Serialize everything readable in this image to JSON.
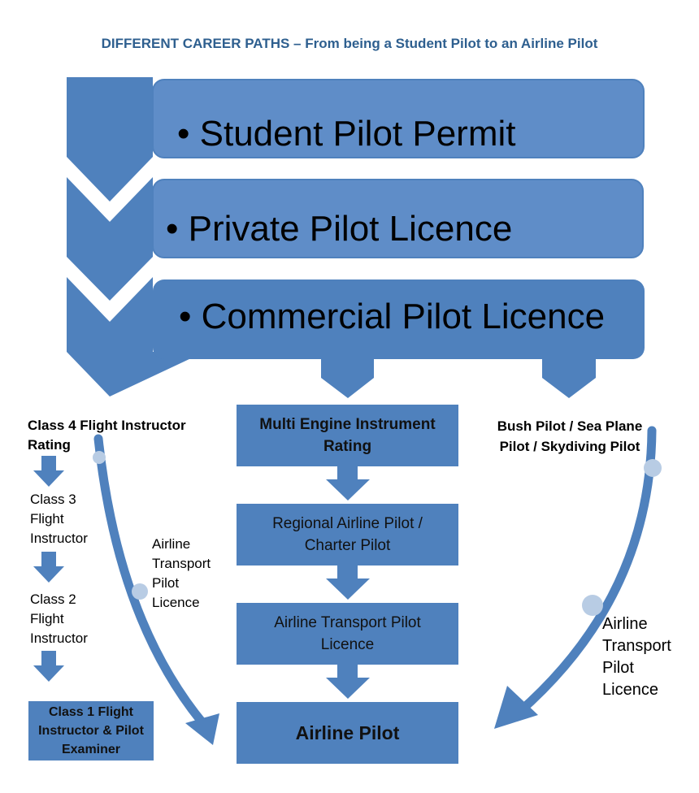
{
  "title": "DIFFERENT CAREER PATHS – From being a Student Pilot to an Airline Pilot",
  "stages": [
    "Student Pilot Permit",
    "Private Pilot Licence",
    "Commercial Pilot Licence"
  ],
  "center_path": [
    "Multi Engine Instrument Rating",
    "Regional Airline Pilot / Charter Pilot",
    "Airline Transport Pilot Licence",
    "Airline Pilot"
  ],
  "left_path": {
    "class4": "Class 4 Flight Instructor Rating",
    "class3": "Class 3 Flight Instructor",
    "class2": "Class 2 Flight Instructor",
    "class1": "Class 1 Flight Instructor & Pilot Examiner",
    "curve_label": "Airline Transport Pilot Licence"
  },
  "right_path": {
    "start": "Bush Pilot / Sea Plane Pilot / Skydiving Pilot",
    "curve_label": "Airline Transport Pilot Licence"
  },
  "colors": {
    "primary": "#4F81BD",
    "stage_light": "#5F8DC8",
    "title": "#2E5F8F",
    "node": "#B8CCE4"
  }
}
